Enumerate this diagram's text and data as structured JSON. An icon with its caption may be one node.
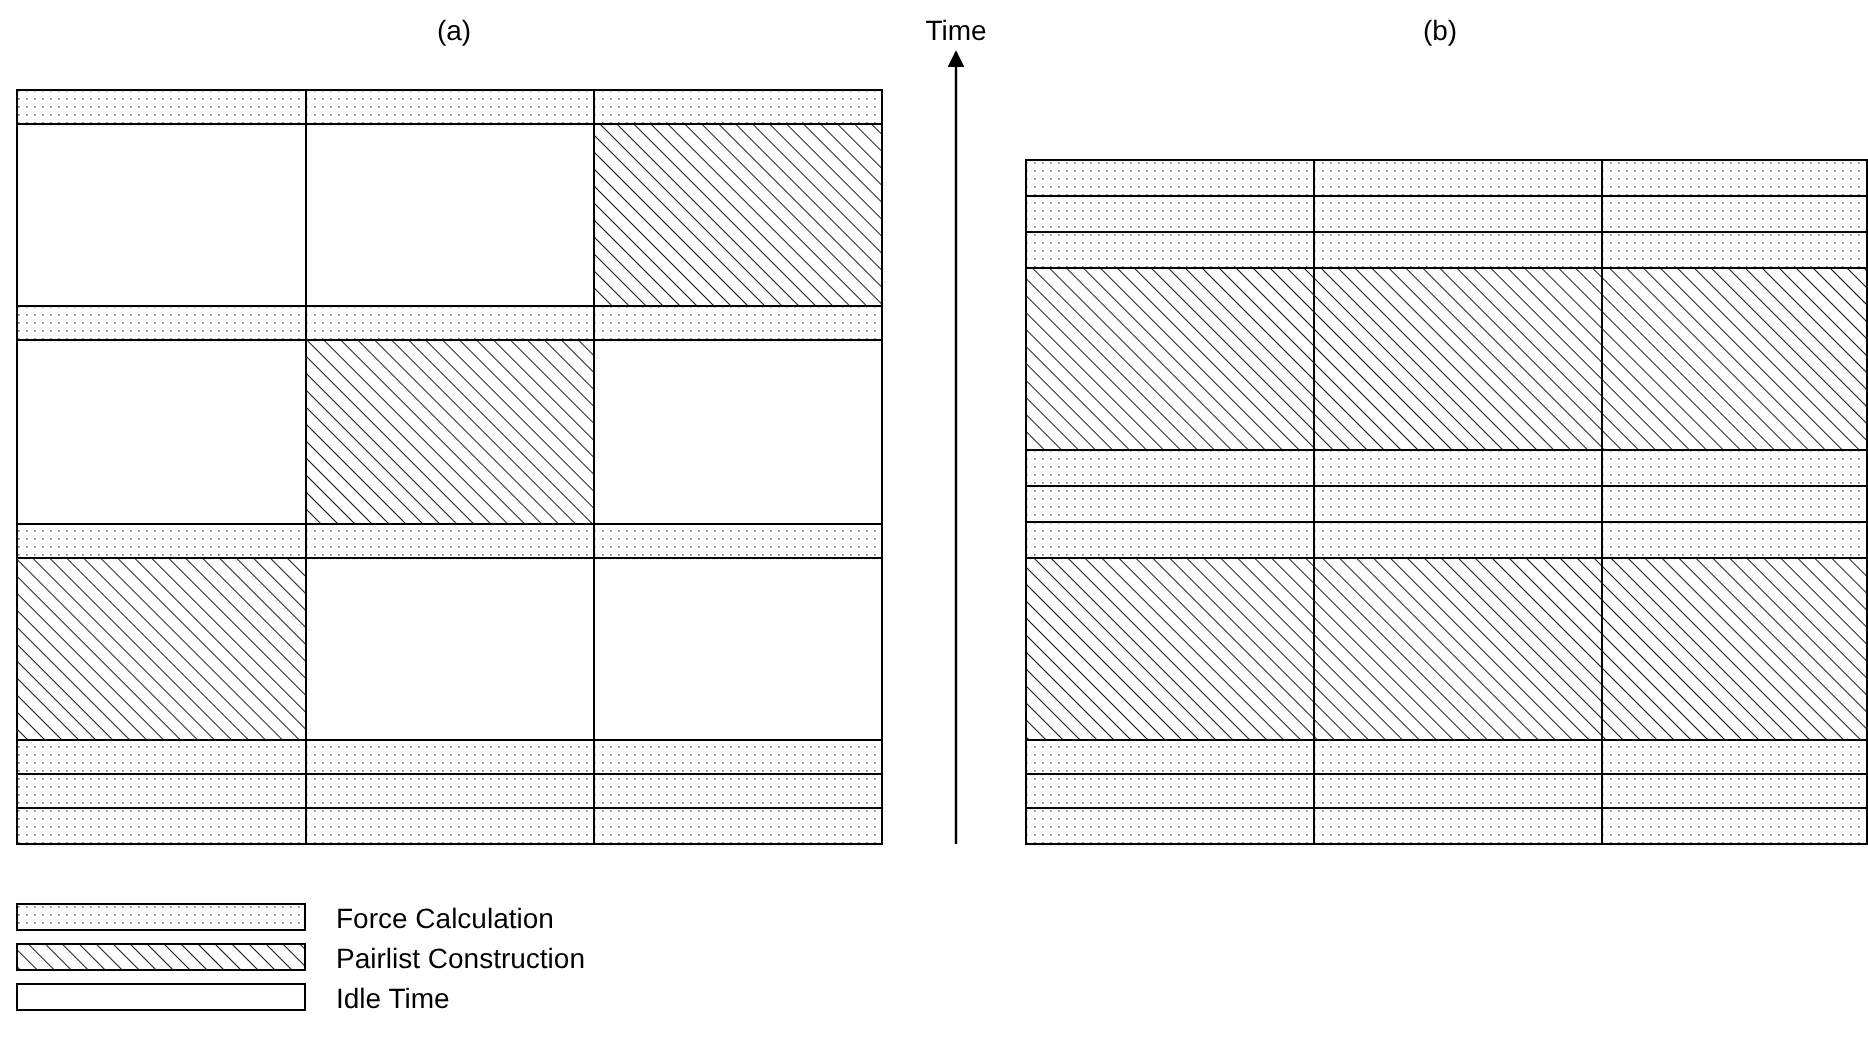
{
  "diagram": {
    "labels": [
      "(a)",
      "Time",
      "(b)"
    ],
    "legend": [
      {
        "text": "Force Calculation"
      },
      {
        "text": "Pairlist Construction"
      },
      {
        "text": "Idle Time"
      }
    ]
  }
}
